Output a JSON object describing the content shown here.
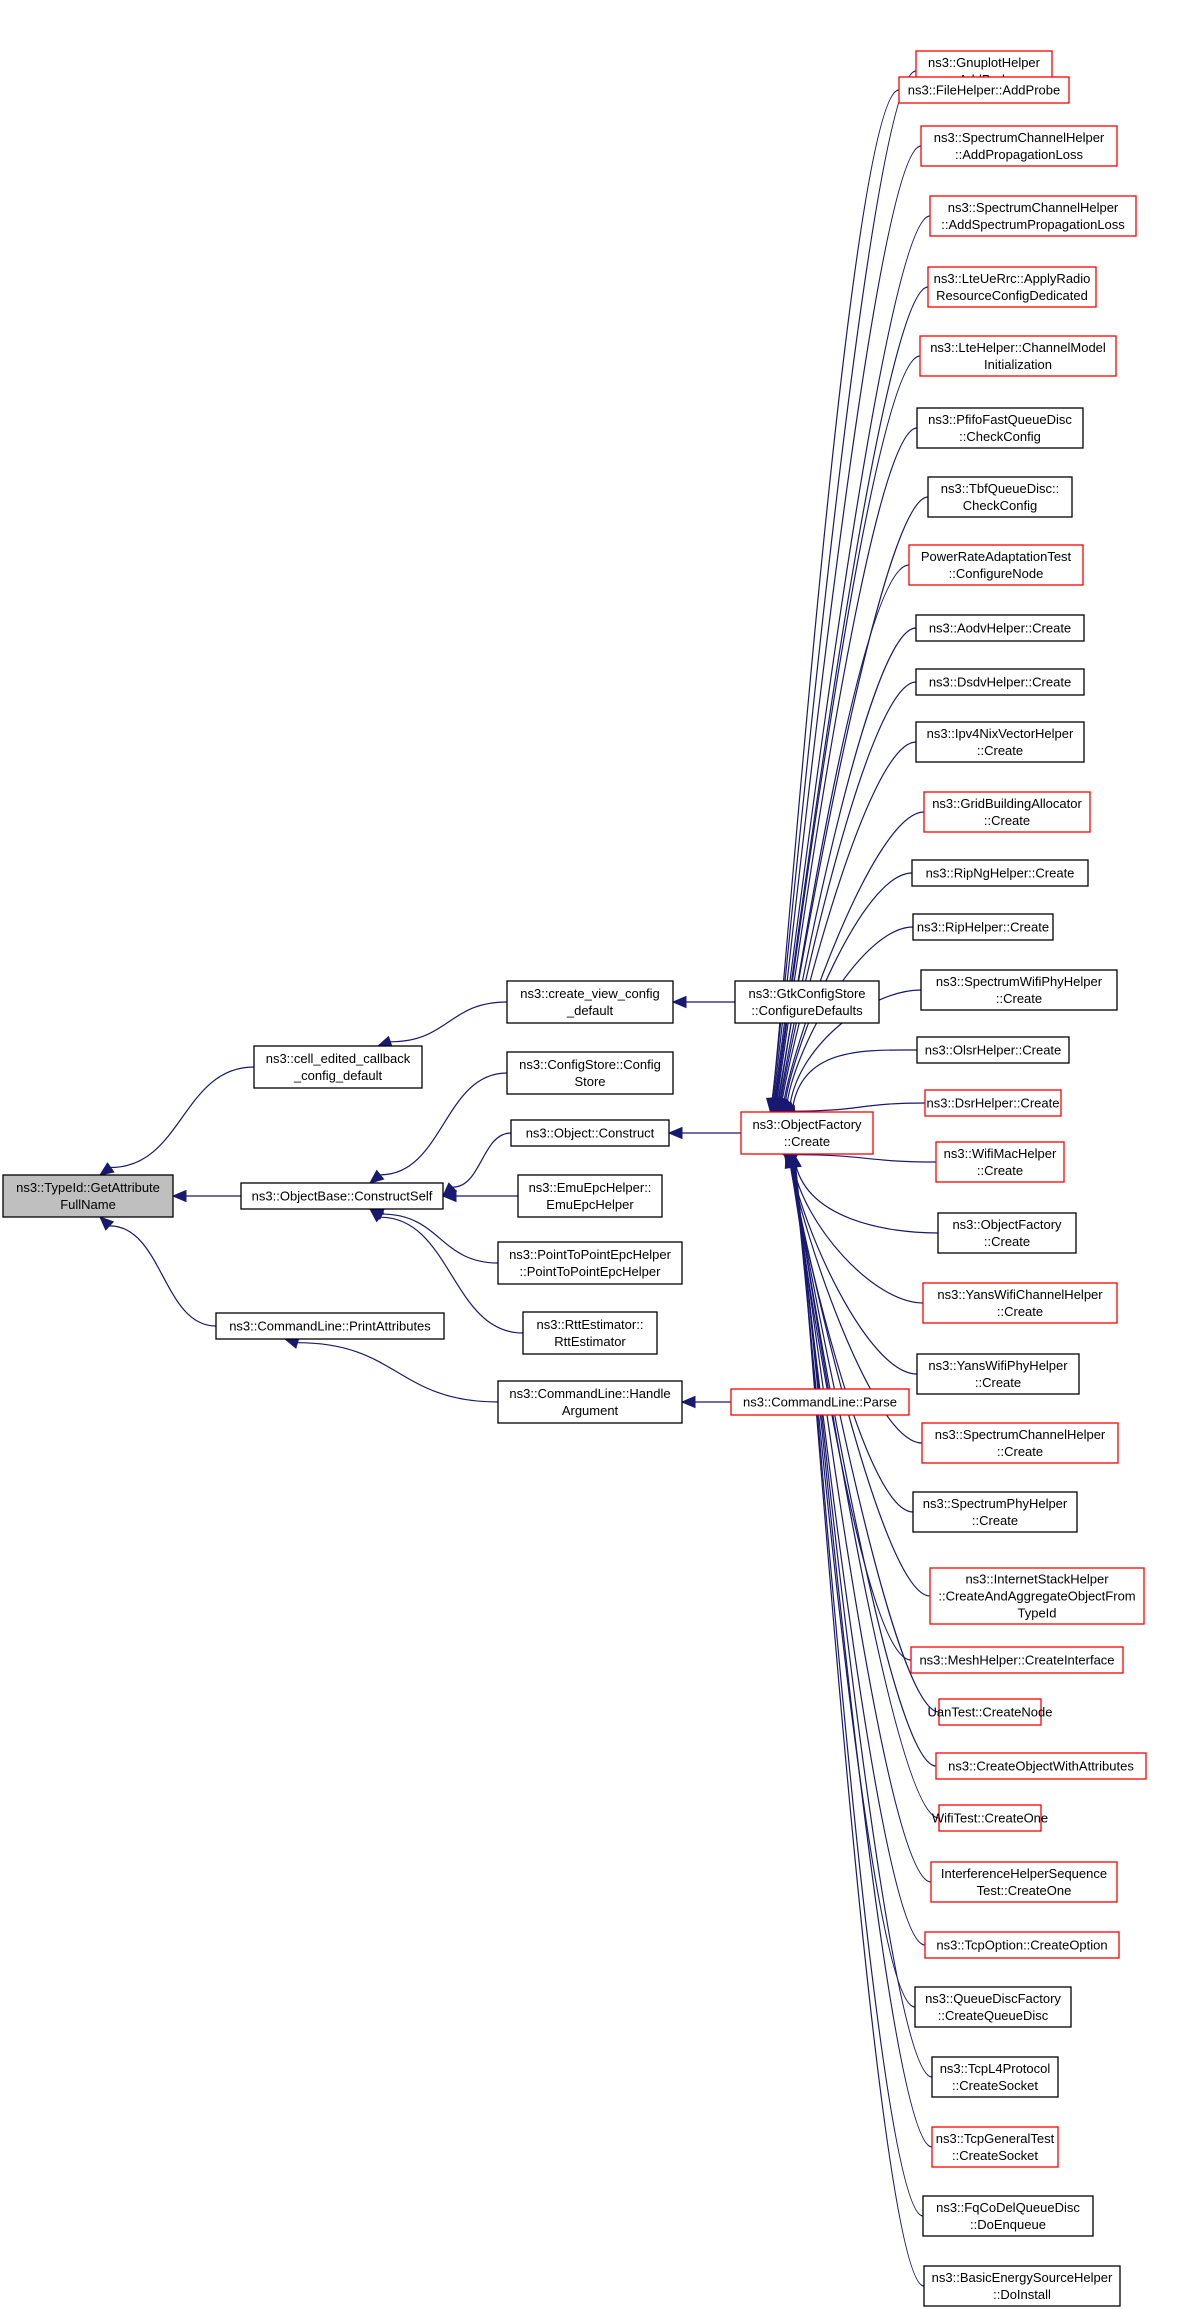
{
  "nodes": [
    {
      "id": "root",
      "lines": [
        "ns3::TypeId::GetAttribute",
        "FullName"
      ],
      "border": "root"
    },
    {
      "id": "cell_edited",
      "lines": [
        "ns3::cell_edited_callback",
        "_config_default"
      ],
      "border": "black"
    },
    {
      "id": "construct_self",
      "lines": [
        "ns3::ObjectBase::ConstructSelf"
      ],
      "border": "black"
    },
    {
      "id": "print_attrs",
      "lines": [
        "ns3::CommandLine::PrintAttributes"
      ],
      "border": "black"
    },
    {
      "id": "create_view",
      "lines": [
        "ns3::create_view_config",
        "_default"
      ],
      "border": "black"
    },
    {
      "id": "config_store",
      "lines": [
        "ns3::ConfigStore::Config",
        "Store"
      ],
      "border": "black"
    },
    {
      "id": "obj_construct",
      "lines": [
        "ns3::Object::Construct"
      ],
      "border": "black"
    },
    {
      "id": "emu_epc",
      "lines": [
        "ns3::EmuEpcHelper::",
        "EmuEpcHelper"
      ],
      "border": "black"
    },
    {
      "id": "p2p_epc",
      "lines": [
        "ns3::PointToPointEpcHelper",
        "::PointToPointEpcHelper"
      ],
      "border": "black"
    },
    {
      "id": "rtt_est",
      "lines": [
        "ns3::RttEstimator::",
        "RttEstimator"
      ],
      "border": "black"
    },
    {
      "id": "handle_arg",
      "lines": [
        "ns3::CommandLine::Handle",
        "Argument"
      ],
      "border": "black"
    },
    {
      "id": "gtk_config",
      "lines": [
        "ns3::GtkConfigStore",
        "::ConfigureDefaults"
      ],
      "border": "black"
    },
    {
      "id": "obj_factory",
      "lines": [
        "ns3::ObjectFactory",
        "::Create"
      ],
      "border": "red"
    },
    {
      "id": "cl_parse",
      "lines": [
        "ns3::CommandLine::Parse"
      ],
      "border": "red"
    },
    {
      "id": "c01",
      "lines": [
        "ns3::GnuplotHelper",
        "::AddProbe"
      ],
      "border": "red"
    },
    {
      "id": "c02",
      "lines": [
        "ns3::FileHelper::AddProbe"
      ],
      "border": "red"
    },
    {
      "id": "c03",
      "lines": [
        "ns3::SpectrumChannelHelper",
        "::AddPropagationLoss"
      ],
      "border": "red"
    },
    {
      "id": "c04",
      "lines": [
        "ns3::SpectrumChannelHelper",
        "::AddSpectrumPropagationLoss"
      ],
      "border": "red"
    },
    {
      "id": "c05",
      "lines": [
        "ns3::LteUeRrc::ApplyRadio",
        "ResourceConfigDedicated"
      ],
      "border": "red"
    },
    {
      "id": "c06",
      "lines": [
        "ns3::LteHelper::ChannelModel",
        "Initialization"
      ],
      "border": "red"
    },
    {
      "id": "c07",
      "lines": [
        "ns3::PfifoFastQueueDisc",
        "::CheckConfig"
      ],
      "border": "black"
    },
    {
      "id": "c08",
      "lines": [
        "ns3::TbfQueueDisc::",
        "CheckConfig"
      ],
      "border": "black"
    },
    {
      "id": "c09",
      "lines": [
        "PowerRateAdaptationTest",
        "::ConfigureNode"
      ],
      "border": "red"
    },
    {
      "id": "c10",
      "lines": [
        "ns3::AodvHelper::Create"
      ],
      "border": "black"
    },
    {
      "id": "c11",
      "lines": [
        "ns3::DsdvHelper::Create"
      ],
      "border": "black"
    },
    {
      "id": "c12",
      "lines": [
        "ns3::Ipv4NixVectorHelper",
        "::Create"
      ],
      "border": "black"
    },
    {
      "id": "c13",
      "lines": [
        "ns3::GridBuildingAllocator",
        "::Create"
      ],
      "border": "red"
    },
    {
      "id": "c14",
      "lines": [
        "ns3::RipNgHelper::Create"
      ],
      "border": "black"
    },
    {
      "id": "c15",
      "lines": [
        "ns3::RipHelper::Create"
      ],
      "border": "black"
    },
    {
      "id": "c16",
      "lines": [
        "ns3::SpectrumWifiPhyHelper",
        "::Create"
      ],
      "border": "black"
    },
    {
      "id": "c17",
      "lines": [
        "ns3::OlsrHelper::Create"
      ],
      "border": "black"
    },
    {
      "id": "c18",
      "lines": [
        "ns3::DsrHelper::Create"
      ],
      "border": "red"
    },
    {
      "id": "c19",
      "lines": [
        "ns3::WifiMacHelper",
        "::Create"
      ],
      "border": "red"
    },
    {
      "id": "c20",
      "lines": [
        "ns3::ObjectFactory",
        "::Create"
      ],
      "border": "black"
    },
    {
      "id": "c21",
      "lines": [
        "ns3::YansWifiChannelHelper",
        "::Create"
      ],
      "border": "red"
    },
    {
      "id": "c22",
      "lines": [
        "ns3::YansWifiPhyHelper",
        "::Create"
      ],
      "border": "black"
    },
    {
      "id": "c23",
      "lines": [
        "ns3::SpectrumChannelHelper",
        "::Create"
      ],
      "border": "red"
    },
    {
      "id": "c24",
      "lines": [
        "ns3::SpectrumPhyHelper",
        "::Create"
      ],
      "border": "black"
    },
    {
      "id": "c25",
      "lines": [
        "ns3::InternetStackHelper",
        "::CreateAndAggregateObjectFrom",
        "TypeId"
      ],
      "border": "red"
    },
    {
      "id": "c26",
      "lines": [
        "ns3::MeshHelper::CreateInterface"
      ],
      "border": "red"
    },
    {
      "id": "c27",
      "lines": [
        "UanTest::CreateNode"
      ],
      "border": "red"
    },
    {
      "id": "c28",
      "lines": [
        "ns3::CreateObjectWithAttributes"
      ],
      "border": "red"
    },
    {
      "id": "c29",
      "lines": [
        "WifiTest::CreateOne"
      ],
      "border": "red"
    },
    {
      "id": "c30",
      "lines": [
        "InterferenceHelperSequence",
        "Test::CreateOne"
      ],
      "border": "red"
    },
    {
      "id": "c31",
      "lines": [
        "ns3::TcpOption::CreateOption"
      ],
      "border": "red"
    },
    {
      "id": "c32",
      "lines": [
        "ns3::QueueDiscFactory",
        "::CreateQueueDisc"
      ],
      "border": "black"
    },
    {
      "id": "c33",
      "lines": [
        "ns3::TcpL4Protocol",
        "::CreateSocket"
      ],
      "border": "black"
    },
    {
      "id": "c34",
      "lines": [
        "ns3::TcpGeneralTest",
        "::CreateSocket"
      ],
      "border": "red"
    },
    {
      "id": "c35",
      "lines": [
        "ns3::FqCoDelQueueDisc",
        "::DoEnqueue"
      ],
      "border": "black"
    },
    {
      "id": "c36",
      "lines": [
        "ns3::BasicEnergySourceHelper",
        "::DoInstall"
      ],
      "border": "black"
    }
  ],
  "edges": [
    {
      "from": "cell_edited",
      "to": "root"
    },
    {
      "from": "construct_self",
      "to": "root"
    },
    {
      "from": "print_attrs",
      "to": "root"
    },
    {
      "from": "create_view",
      "to": "cell_edited"
    },
    {
      "from": "config_store",
      "to": "construct_self"
    },
    {
      "from": "obj_construct",
      "to": "construct_self"
    },
    {
      "from": "emu_epc",
      "to": "construct_self"
    },
    {
      "from": "p2p_epc",
      "to": "construct_self"
    },
    {
      "from": "rtt_est",
      "to": "construct_self"
    },
    {
      "from": "handle_arg",
      "to": "print_attrs"
    },
    {
      "from": "gtk_config",
      "to": "create_view"
    },
    {
      "from": "obj_factory",
      "to": "obj_construct"
    },
    {
      "from": "cl_parse",
      "to": "handle_arg"
    },
    {
      "from": "c01",
      "to": "obj_factory"
    },
    {
      "from": "c02",
      "to": "obj_factory"
    },
    {
      "from": "c03",
      "to": "obj_factory"
    },
    {
      "from": "c04",
      "to": "obj_factory"
    },
    {
      "from": "c05",
      "to": "obj_factory"
    },
    {
      "from": "c06",
      "to": "obj_factory"
    },
    {
      "from": "c07",
      "to": "obj_factory"
    },
    {
      "from": "c08",
      "to": "obj_factory"
    },
    {
      "from": "c09",
      "to": "obj_factory"
    },
    {
      "from": "c10",
      "to": "obj_factory"
    },
    {
      "from": "c11",
      "to": "obj_factory"
    },
    {
      "from": "c12",
      "to": "obj_factory"
    },
    {
      "from": "c13",
      "to": "obj_factory"
    },
    {
      "from": "c14",
      "to": "obj_factory"
    },
    {
      "from": "c15",
      "to": "obj_factory"
    },
    {
      "from": "c16",
      "to": "obj_factory"
    },
    {
      "from": "c17",
      "to": "obj_factory"
    },
    {
      "from": "c18",
      "to": "obj_factory"
    },
    {
      "from": "c19",
      "to": "obj_factory"
    },
    {
      "from": "c20",
      "to": "obj_factory"
    },
    {
      "from": "c21",
      "to": "obj_factory"
    },
    {
      "from": "c22",
      "to": "obj_factory"
    },
    {
      "from": "c23",
      "to": "obj_factory"
    },
    {
      "from": "c24",
      "to": "obj_factory"
    },
    {
      "from": "c25",
      "to": "obj_factory"
    },
    {
      "from": "c26",
      "to": "obj_factory"
    },
    {
      "from": "c27",
      "to": "obj_factory"
    },
    {
      "from": "c28",
      "to": "obj_factory"
    },
    {
      "from": "c29",
      "to": "obj_factory"
    },
    {
      "from": "c30",
      "to": "obj_factory"
    },
    {
      "from": "c31",
      "to": "obj_factory"
    },
    {
      "from": "c32",
      "to": "obj_factory"
    },
    {
      "from": "c33",
      "to": "obj_factory"
    },
    {
      "from": "c34",
      "to": "obj_factory"
    },
    {
      "from": "c35",
      "to": "obj_factory"
    },
    {
      "from": "c36",
      "to": "obj_factory"
    }
  ]
}
